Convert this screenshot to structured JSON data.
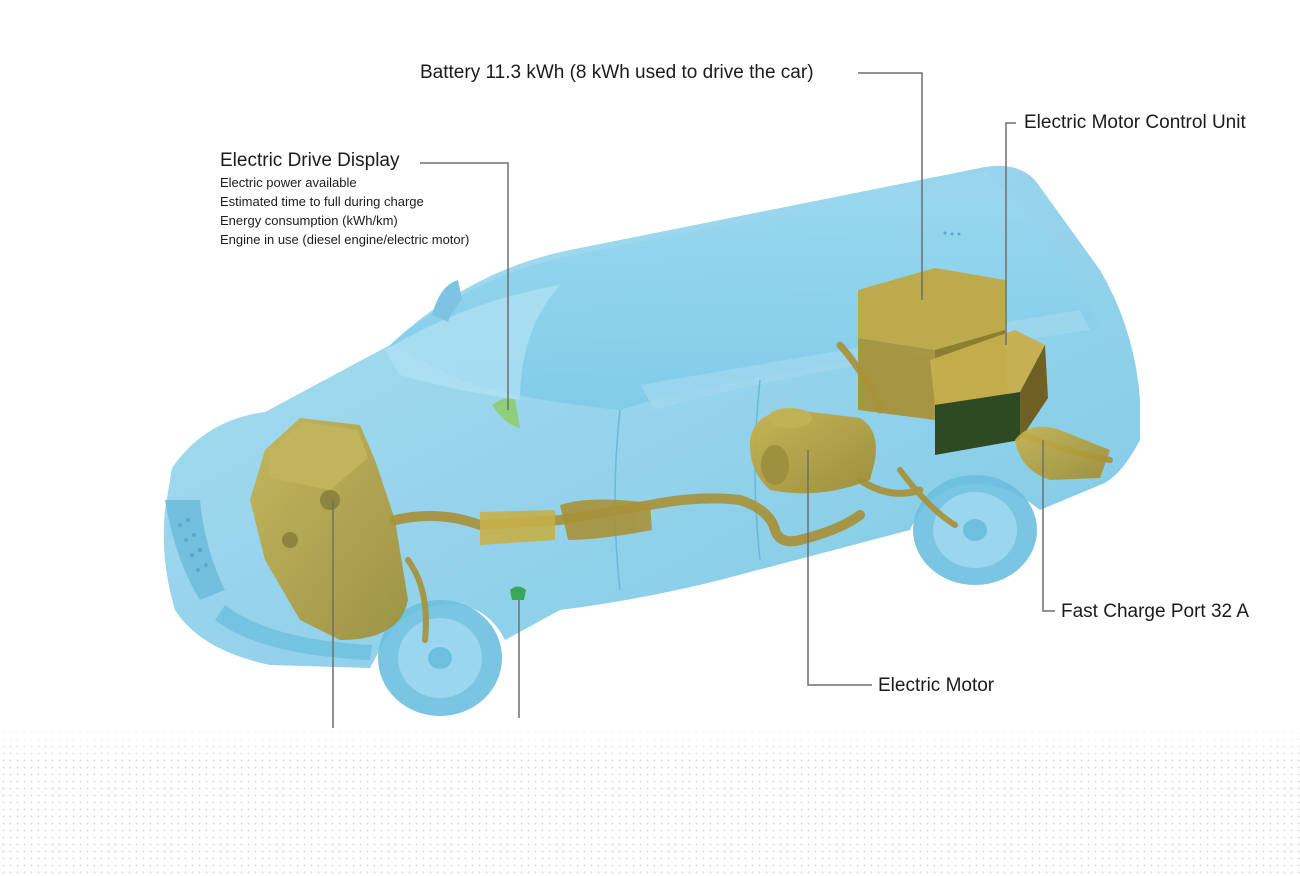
{
  "callouts": {
    "battery": "Battery 11.3 kWh (8 kWh used to drive the car)",
    "motor_control_unit": "Electric Motor Control Unit",
    "drive_display": {
      "title": "Electric Drive Display",
      "details": [
        "Electric power available",
        "Estimated time to full during charge",
        "Energy consumption (kWh/km)",
        "Engine in use (diesel engine/electric motor)"
      ]
    },
    "fast_charge_port": "Fast Charge Port 32 A",
    "electric_motor": "Electric Motor"
  },
  "colors": {
    "body": "#8fd3ec",
    "body_dark": "#6cbfdf",
    "component": "#b9a43f",
    "component_dark": "#8c7a26",
    "battery_dark": "#2d4a22",
    "display_green": "#8fcf7a",
    "port_green": "#3aa65a",
    "leader": "#6e6e6e"
  }
}
